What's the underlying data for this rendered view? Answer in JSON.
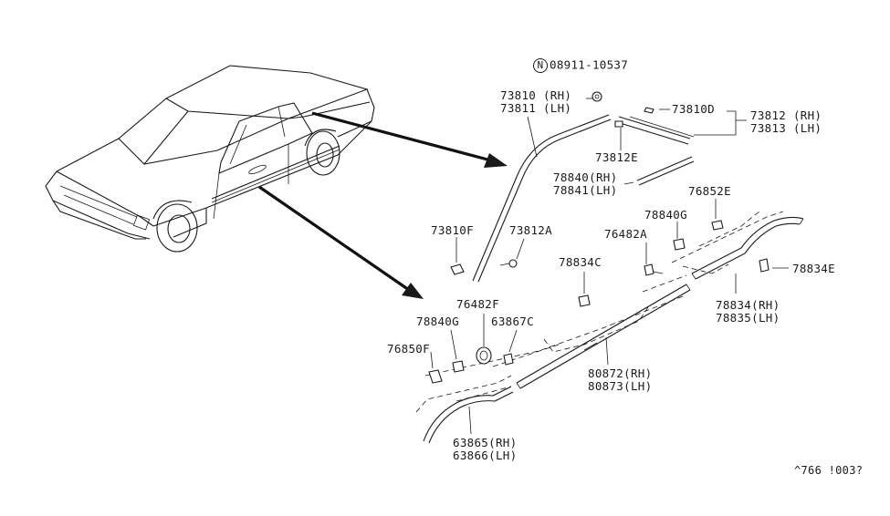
{
  "diagram": {
    "reference_code": "^766 !003?",
    "parts": {
      "p08911": {
        "code": "08911-10537",
        "circle_letter": "N"
      },
      "p73810": {
        "line1": "73810 (RH)",
        "line2": "73811 (LH)"
      },
      "p73810D": {
        "code": "73810D"
      },
      "p73812": {
        "line1": "73812 (RH)",
        "line2": "73813 (LH)"
      },
      "p73812E": {
        "code": "73812E"
      },
      "p78840": {
        "line1": "78840(RH)",
        "line2": "78841(LH)"
      },
      "p76852E": {
        "code": "76852E"
      },
      "p78840G_top": {
        "code": "78840G"
      },
      "p73810F": {
        "code": "73810F"
      },
      "p73812A": {
        "code": "73812A"
      },
      "p76482A": {
        "code": "76482A"
      },
      "p78834C": {
        "code": "78834C"
      },
      "p78834E": {
        "code": "78834E"
      },
      "p78834": {
        "line1": "78834(RH)",
        "line2": "78835(LH)"
      },
      "p76482F": {
        "code": "76482F"
      },
      "p78840G_bottom": {
        "code": "78840G"
      },
      "p63867C": {
        "code": "63867C"
      },
      "p76850F": {
        "code": "76850F"
      },
      "p80872": {
        "line1": "80872(RH)",
        "line2": "80873(LH)"
      },
      "p63865": {
        "line1": "63865(RH)",
        "line2": "63866(LH)"
      }
    }
  }
}
